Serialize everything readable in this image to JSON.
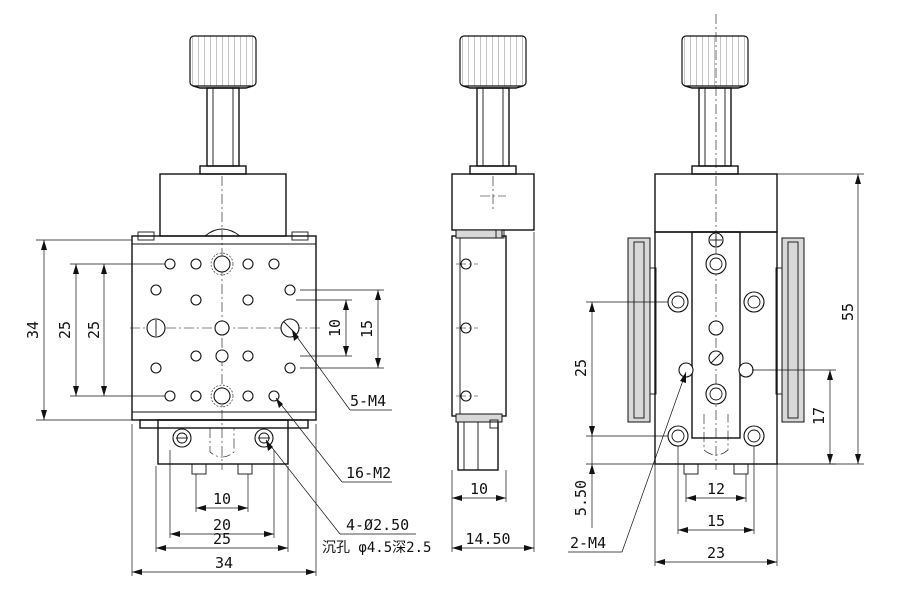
{
  "views": {
    "front": {
      "dims": {
        "h34": "34",
        "h25_outer": "25",
        "h25_inner": "25",
        "v10": "10",
        "v15": "15",
        "b10": "10",
        "b20": "20",
        "b25": "25",
        "b34": "34"
      },
      "callouts": {
        "m4": "5-M4",
        "m2": "16-M2",
        "phi": "4-Ø2.50",
        "counterbore": "沉孔 φ4.5深2.5"
      }
    },
    "side": {
      "dims": {
        "w10": "10",
        "w1450": "14.50"
      }
    },
    "back": {
      "dims": {
        "h55": "55",
        "h25": "25",
        "h17": "17",
        "h550": "5.50",
        "w12": "12",
        "w15": "15",
        "w23": "23"
      },
      "callouts": {
        "m4": "2-M4"
      }
    }
  }
}
